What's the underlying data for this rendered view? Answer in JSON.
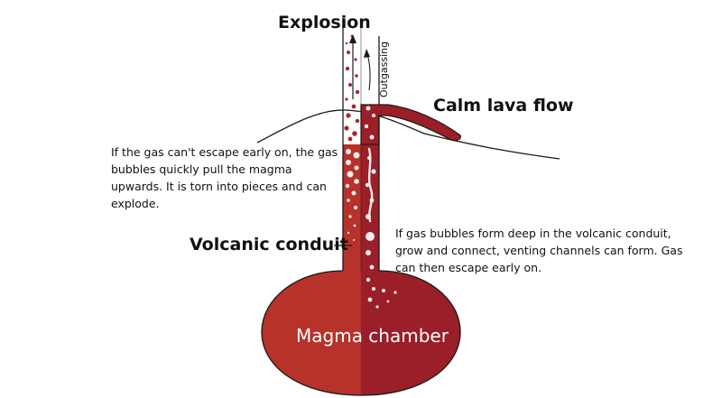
{
  "labels": {
    "explosion": "Explosion",
    "outgassing": "Outgassing",
    "calm_lava_flow": "Calm lava flow",
    "volcanic_conduit": "Volcanic conduit",
    "magma_chamber": "Magma chamber"
  },
  "notes": {
    "left": "If the gas can't escape early on, the gas bubbles quickly pull the magma upwards. It is torn into pieces and can explode.",
    "right": "If gas bubbles form deep in the volcanic conduit, grow and connect, venting channels can form. Gas can then escape early on."
  },
  "colors": {
    "magma_left": "#b6322a",
    "magma_right": "#9a1f28",
    "outline": "#1a1a1a",
    "bubble": "#f2eeee",
    "ash_fragment": "#a8262a"
  }
}
